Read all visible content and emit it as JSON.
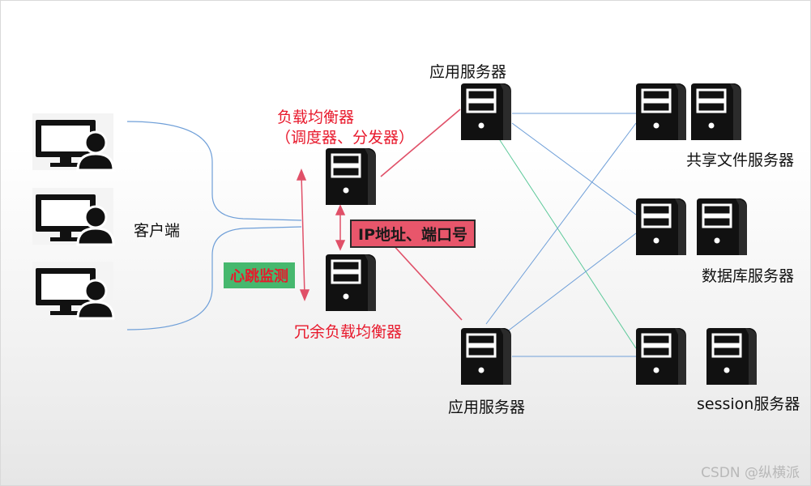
{
  "client_label": "客户端",
  "lb_title": "负载均衡器",
  "lb_subtitle": "（调度器、分发器）",
  "redundant_lb": "冗余负载均衡器",
  "heartbeat_tag": "心跳监测",
  "ip_tag": "IP地址、端口号",
  "app_server_top": "应用服务器",
  "app_server_bottom": "应用服务器",
  "file_server": "共享文件服务器",
  "db_server": "数据库服务器",
  "session_server": "session服务器",
  "watermark": "CSDN @纵横派",
  "colors": {
    "red_line": "#e05068",
    "blue_line": "#6f9fd8",
    "green_line": "#5dc99a",
    "device": "#111111"
  },
  "icons": [
    "user-computer-icon",
    "server-icon"
  ]
}
